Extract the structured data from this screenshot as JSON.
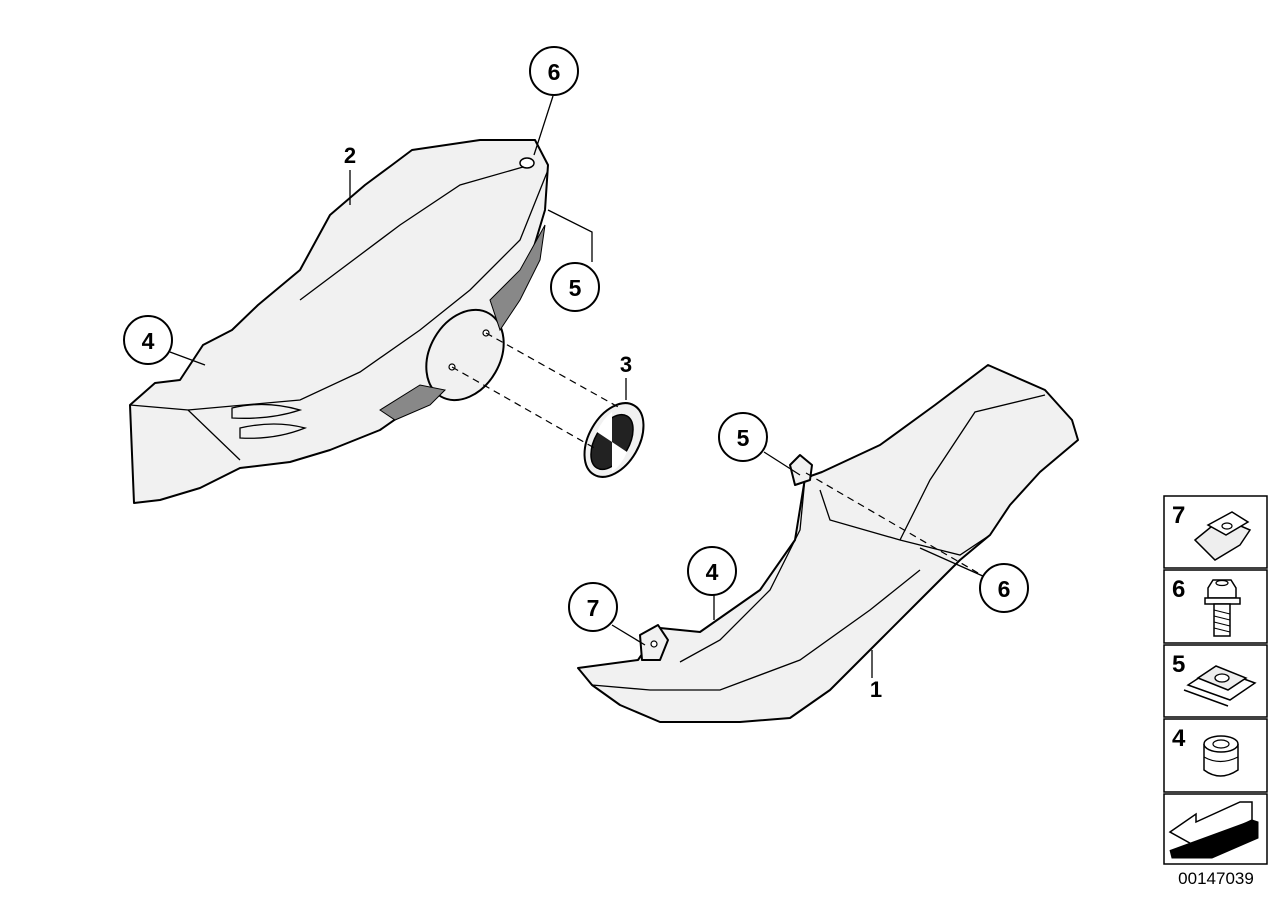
{
  "callouts": [
    {
      "id": "c6-top",
      "text": "6"
    },
    {
      "id": "c5-upper",
      "text": "5"
    },
    {
      "id": "c4-left",
      "text": "4"
    },
    {
      "id": "c5-mid",
      "text": "5"
    },
    {
      "id": "c4-lower",
      "text": "4"
    },
    {
      "id": "c7-lower",
      "text": "7"
    },
    {
      "id": "c6-right",
      "text": "6"
    }
  ],
  "plain_labels": [
    {
      "id": "label-2",
      "text": "2"
    },
    {
      "id": "label-3",
      "text": "3"
    },
    {
      "id": "label-1",
      "text": "1"
    }
  ],
  "legend": {
    "items": [
      {
        "number": "7",
        "icon": "clip-nut-icon"
      },
      {
        "number": "6",
        "icon": "hex-bolt-icon"
      },
      {
        "number": "5",
        "icon": "speed-nut-icon"
      },
      {
        "number": "4",
        "icon": "rubber-grommet-icon"
      }
    ],
    "arrow_icon": "direction-arrow-icon"
  },
  "document_id": "00147039",
  "colors": {
    "line": "#000000",
    "part_fill": "#f1f1f1",
    "background": "#ffffff"
  }
}
